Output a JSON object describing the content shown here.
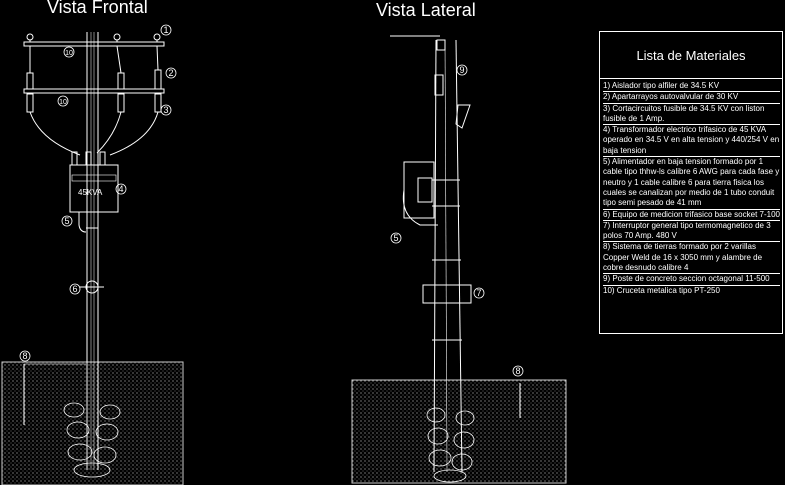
{
  "views": {
    "front_title": "Vista Frontal",
    "side_title": "Vista Lateral"
  },
  "transformer_label": "45KVA",
  "front_callouts": [
    "1",
    "2",
    "3",
    "4",
    "5",
    "6",
    "8",
    "10",
    "10"
  ],
  "side_callouts": [
    "9",
    "5",
    "7",
    "8"
  ],
  "materials": {
    "title": "Lista de Materiales",
    "items": [
      "1) Aislador tipo alfiler de 34.5 KV",
      "2) Apartarrayos autovalvular de 30 KV",
      "3) Cortacircuitos fusible de 34.5 KV con liston fusible de 1 Amp.",
      "4) Transformador electrico trifasico de 45 KVA operado en 34.5 V en alta tension y 440/254 V en baja tension",
      "5) Alimentador en baja tension formado por 1 cable tipo thhw-ls calibre 6 AWG para cada fase y neutro y 1 cable calibre 6 para tierra fisica los cuales se canalizan por medio de 1 tubo conduit tipo semi pesado de 41 mm",
      "6) Equipo de medicion trifasico base socket 7-100",
      "7) Interruptor general tipo termomagnetico de 3 polos 70 Amp. 480 V",
      "8) Sistema de tierras formado por 2 varillas Copper Weld de 16 x 3050 mm y alambre de cobre desnudo calibre 4",
      "9) Poste de concreto seccion octagonal 11-500",
      "10) Cruceta metalica tipo PT-250"
    ]
  },
  "colors": {
    "background": "#000000",
    "lines": "#ffffff",
    "ground": "#d0d0d0"
  }
}
